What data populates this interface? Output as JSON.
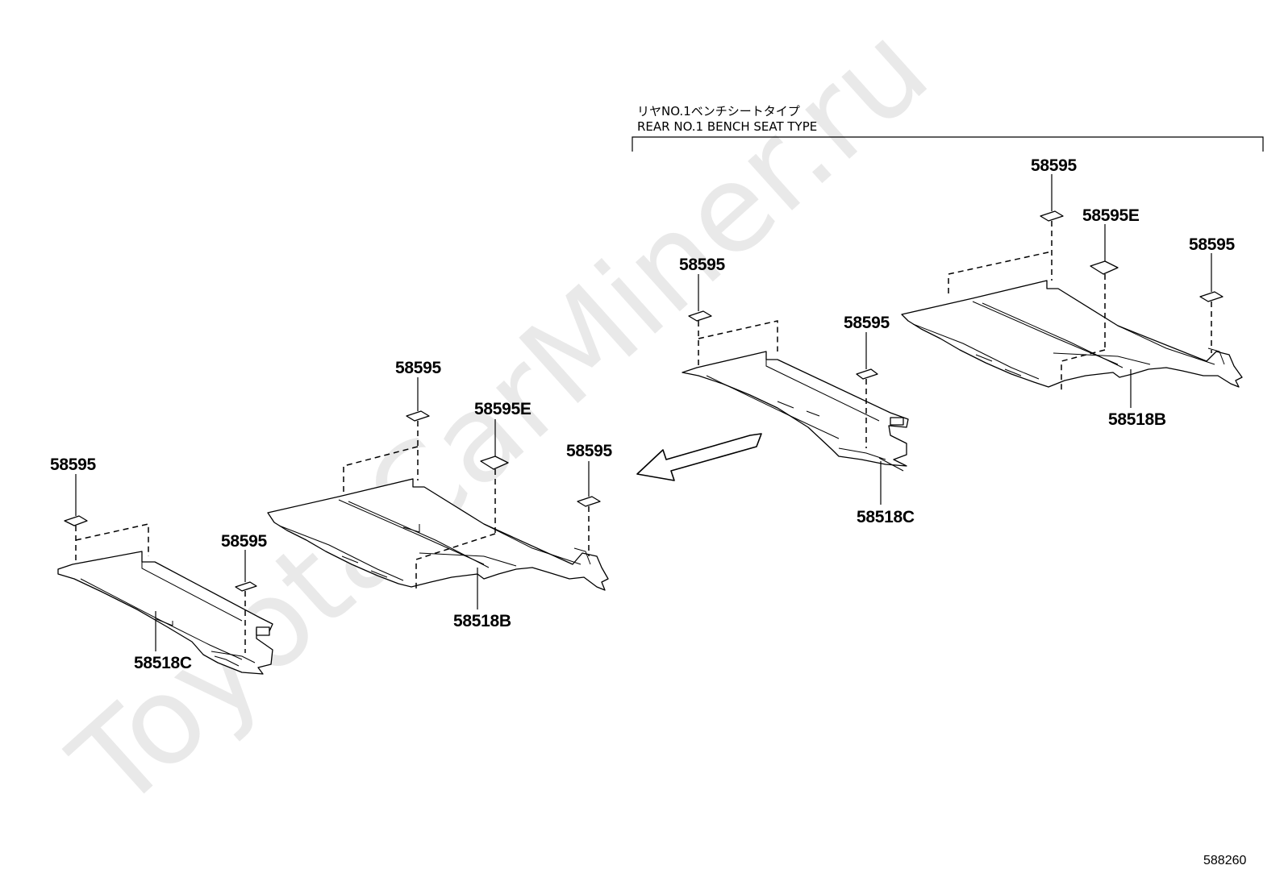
{
  "diagram": {
    "watermark": "ToyotaCarMiner.ru",
    "variant_note_jp": "リヤNO.1ベンチシートタイプ",
    "variant_note_en": "REAR NO.1 BENCH SEAT TYPE",
    "figure_code": "588260",
    "labels": {
      "left_small_1": "58595",
      "left_small_2": "58595",
      "left_part_c": "58518C",
      "mid_small_1": "58595",
      "mid_small_e": "58595E",
      "mid_small_2": "58595",
      "mid_part_b": "58518B",
      "right_small_1": "58595",
      "right_small_2": "58595",
      "right_part_c": "58518C",
      "far_small_1": "58595",
      "far_small_e": "58595E",
      "far_small_2": "58595",
      "far_part_b": "58518B"
    }
  }
}
